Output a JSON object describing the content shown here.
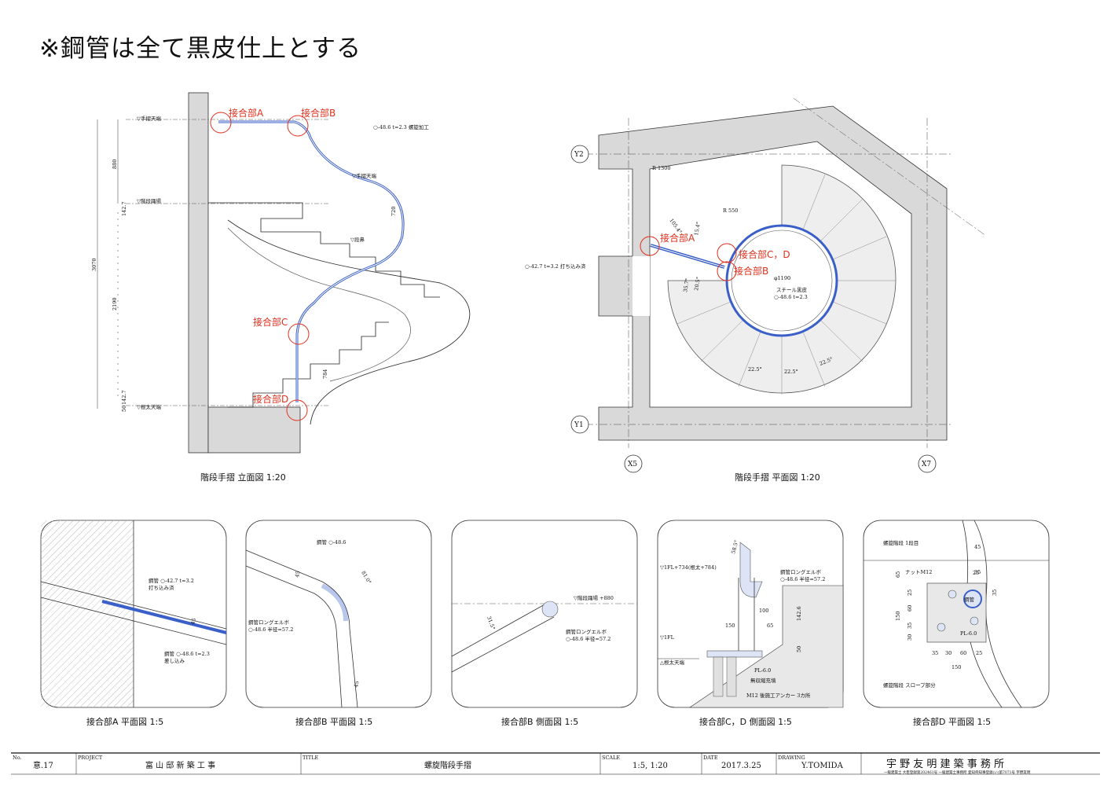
{
  "heading": "※鋼管は全て黒皮仕上とする",
  "elevation": {
    "caption": "階段手摺 立面図 1:20",
    "joints": [
      "接合部A",
      "接合部B",
      "接合部C",
      "接合部D"
    ],
    "levels": [
      "▽手摺天端",
      "▽階段踊場",
      "▽根太天端",
      "▽手摺天端",
      "▽段鼻"
    ],
    "dims": [
      "880",
      "142.7",
      "3070",
      "2190",
      "142.7",
      "50",
      "720",
      "784"
    ],
    "pipe_note": "○-48.6 t=2.3 螺旋加工"
  },
  "plan": {
    "caption": "階段手摺 平面図 1:20",
    "grids": [
      "Y2",
      "Y1",
      "X5",
      "X7"
    ],
    "joints": [
      "接合部A",
      "接合部C，D",
      "接合部B"
    ],
    "radii": [
      "R 1300",
      "R 550"
    ],
    "angles": [
      "105.4°",
      "15.4°",
      "20.5°",
      "35.7°",
      "22.5°",
      "22.5°",
      "22.5°"
    ],
    "dia": "φ1190",
    "pipe_left": "○-42.7 t=3.2 打ち込み済",
    "steel_note": "スチール黒皮",
    "steel_spec": "○-48.6 t=2.3"
  },
  "details": [
    {
      "caption": "接合部A 平面図 1:5",
      "notes": [
        "鋼管 ○-42.7 t=3.2",
        "打ち込み済",
        "鋼管 ○-48.6 t=2.3",
        "差し込み",
        "45"
      ]
    },
    {
      "caption": "接合部B 平面図 1:5",
      "notes": [
        "鋼管 ○-48.6",
        "45",
        "81.0°",
        "鋼管ロングエルボ",
        "○-48.6 半径=57.2",
        "45"
      ]
    },
    {
      "caption": "接合部B 側面図 1:5",
      "notes": [
        "▽階段踊場 +880",
        "31.5°",
        "鋼管ロングエルボ",
        "○-48.6 半径=57.2"
      ]
    },
    {
      "caption": "接合部C，D 側面図 1:5",
      "notes": [
        "58.5°",
        "▽1FL+734(根太+784)",
        "鋼管ロングエルボ",
        "○-48.6 半径=57.2",
        "100",
        "150",
        "65",
        "142.6",
        "▽1FL",
        "50",
        "△根太天端",
        "PL-6.0",
        "無収縮充填",
        "M12 後施工アンカー 3カ所"
      ]
    },
    {
      "caption": "接合部D 平面図 1:5",
      "notes": [
        "螺旋階段 1段目",
        "45",
        "ナットM12",
        "35",
        "65",
        "25",
        "60",
        "25",
        "35",
        "鋼管",
        "150",
        "35",
        "30",
        "PL-6.0",
        "35",
        "30",
        "60",
        "25",
        "150",
        "螺旋階段 スロープ部分"
      ]
    }
  ],
  "titleblock": {
    "no_label": "No.",
    "no": "意.17",
    "project_label": "PROJECT",
    "project": "富 山 邸 新 築 工 事",
    "title_label": "TITLE",
    "title": "螺旋階段手摺",
    "scale_label": "SCALE",
    "scale": "1:5, 1:20",
    "date_label": "DATE",
    "date": "2017.3.25",
    "drawing_label": "DRAWING",
    "drawer": "Y.TOMIDA",
    "firm": "宇 野 友 明 建 築 事 務 所",
    "firm_sub": "一級建築士 大臣登録第202461号 一級建築士事務所 愛知県知事登録(い)第7071号 宇野友明"
  }
}
